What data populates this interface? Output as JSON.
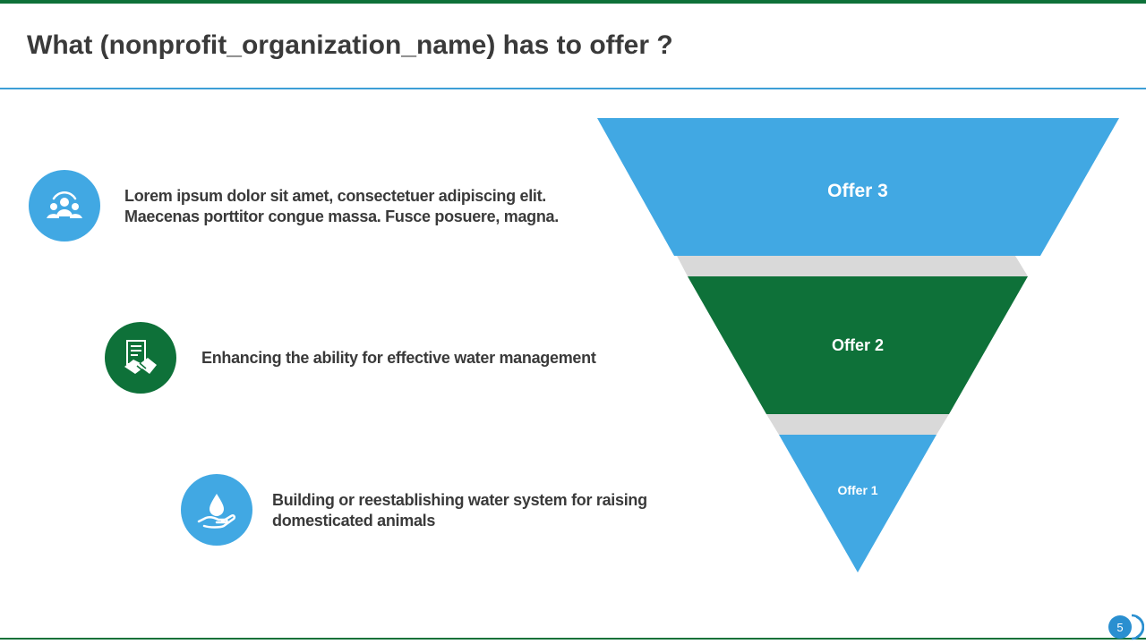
{
  "slide": {
    "title": "What (nonprofit_organization_name) has to offer ?",
    "page_number": "5"
  },
  "items": [
    {
      "text_lines": [
        "Lorem ipsum dolor sit amet, consectetuer adipiscing elit.",
        "Maecenas porttitor congue massa. Fusce posuere, magna."
      ],
      "icon": "people-group-icon",
      "color": "#41a8e3"
    },
    {
      "text_lines": [
        "Enhancing the ability for effective water management"
      ],
      "icon": "handshake-document-icon",
      "color": "#0e7139"
    },
    {
      "text_lines": [
        "Building or reestablishing water system for raising",
        "domesticated animals"
      ],
      "icon": "water-drop-hand-icon",
      "color": "#41a8e3"
    }
  ],
  "funnel": {
    "levels": [
      {
        "label": "Offer 3",
        "color": "#41a8e3"
      },
      {
        "label": "Offer 2",
        "color": "#0e7139"
      },
      {
        "label": "Offer 1",
        "color": "#41a8e3"
      }
    ],
    "connector_color": "#d9d9d9"
  },
  "colors": {
    "title": "#3a3a3a",
    "brand_green": "#0e7139",
    "accent_blue": "#3d9fd6"
  }
}
